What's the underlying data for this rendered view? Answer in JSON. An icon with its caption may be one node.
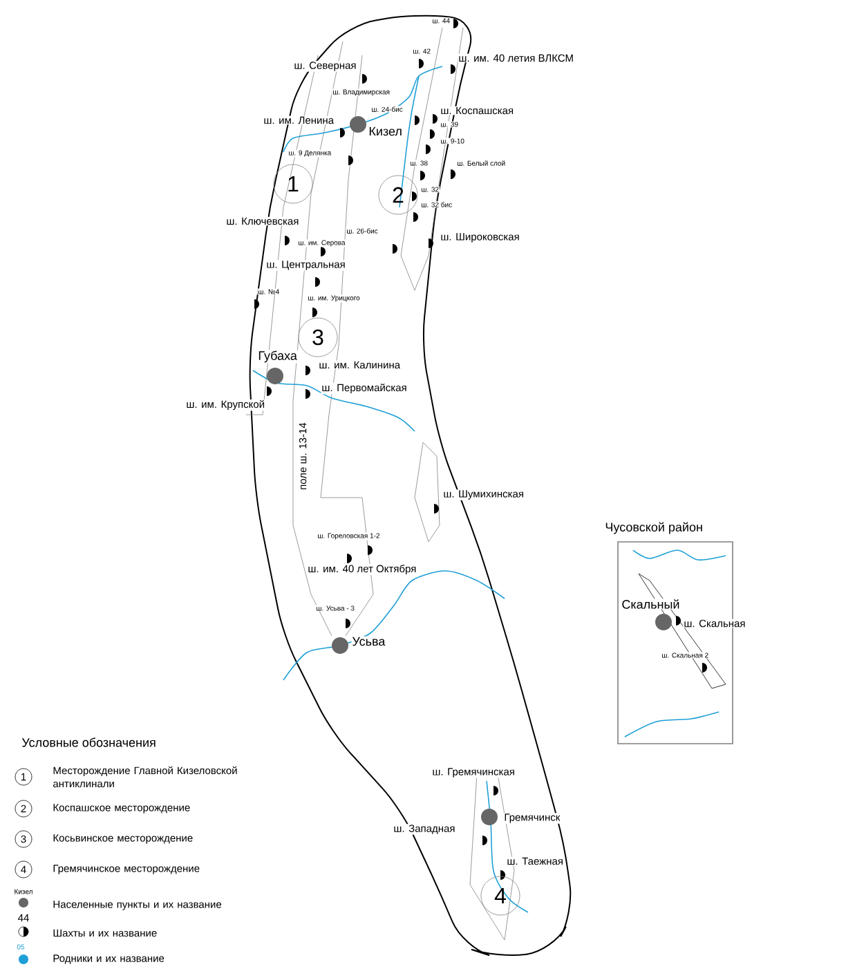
{
  "diagram": {
    "nodes": [
      {
        "text": [
          "1"
        ]
      },
      {
        "text": [
          "2"
        ]
      },
      {
        "text": [
          "3"
        ]
      },
      {
        "text": [
          "4"
        ]
      }
    ],
    "labels": [
      "ш. 44",
      "ш. 42",
      "ш. им. 40 летия ВЛКСМ",
      "ш. Северная",
      "ш. Владимирская",
      "ш. 24-бис",
      "ш. Коспашская",
      "ш. им. Ленина",
      "Кизел",
      "ш. 39",
      "ш. 9-10",
      "ш. 9 Делянка",
      "ш. 38",
      "ш. Белый слой",
      "ш. 32",
      "ш. 32 бис",
      "ш. Ключевская",
      "ш. 26-бис",
      "ш. им. Серова",
      "ш. Широковская",
      "ш. Центральная",
      "ш. №4",
      "ш. им. Урицкого",
      "Губаха",
      "ш. им. Калинина",
      "ш. Первомайская",
      "ш. им. Крупской",
      "поле ш. 13-14",
      "ш. Шумихинская",
      "ш. Гореловская 1-2",
      "ш. им. 40 лет Октября",
      "ш. Усьва - 3",
      "Усьва",
      "Чусовской район",
      "Скальный",
      "ш. Скальная",
      "ш. Скальная 2",
      "ш. Гремячинская",
      "Гремячинск",
      "ш. Западная",
      "ш. Таежная",
      "Условные обозначения",
      "1",
      "2",
      "3",
      "4",
      "Кизел",
      "44",
      "05"
    ],
    "legend": [
      {
        "text": "Месторождение Главной Кизеловской антиклинали"
      },
      {
        "text": "Коспашское месторождение"
      },
      {
        "text": "Косьвинское месторождение"
      },
      {
        "text": "Гремячинское месторождение"
      },
      {
        "text": "Населенные пункты и их название"
      },
      {
        "text": "Шахты и их название"
      },
      {
        "text": "Родники и их название"
      }
    ]
  }
}
